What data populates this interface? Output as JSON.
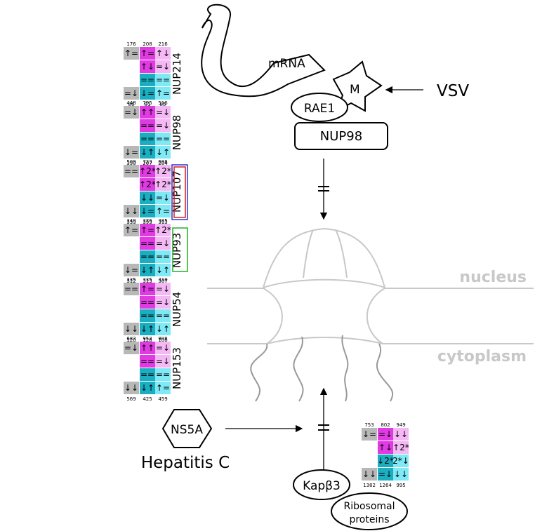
{
  "palette": {
    "grey": "#b8b8b8",
    "magenta": "#e03ae3",
    "light_magenta": "#f4b8f4",
    "teal": "#1aaec0",
    "cyan": "#7fe9f6",
    "membrane": "#c8c8c8",
    "red_box": "#d02020",
    "blue_box": "#3030d0",
    "green_box": "#20b020"
  },
  "labels": {
    "mrna": "mRNA",
    "m": "M",
    "vsv": "VSV",
    "rae1": "RAE1",
    "nup98_box": "NUP98",
    "nucleus": "nucleus",
    "cytoplasm": "cytoplasm",
    "ns5a": "NS5A",
    "hepatitis_c": "Hepatitis C",
    "kap": "Kapβ3",
    "ribosomal_line1": "Ribosomal",
    "ribosomal_line2": "proteins"
  },
  "nup_panels": [
    {
      "name": "NUP214",
      "top": [
        "176",
        "208",
        "216"
      ],
      "bottom": [
        "86",
        "81",
        "85"
      ],
      "cells": [
        [
          "↑=",
          "↑=",
          "↑↓"
        ],
        [
          "",
          "↑↓",
          "=↓"
        ],
        [
          "",
          "==",
          "=="
        ],
        [
          "=↓",
          "↓=",
          "↑="
        ]
      ],
      "box": ""
    },
    {
      "name": "NUP98",
      "top": [
        "448",
        "795",
        "516"
      ],
      "bottom": [
        "350",
        "267",
        "284"
      ],
      "cells": [
        [
          "=↓",
          "↑↑",
          "=↓"
        ],
        [
          "",
          "==",
          "=↓"
        ],
        [
          "",
          "==",
          "=="
        ],
        [
          "↓=",
          "↓↑",
          "↓↑"
        ]
      ],
      "box": ""
    },
    {
      "name": "NUP107",
      "top": [
        "509",
        "733",
        "698"
      ],
      "bottom": [
        "333",
        "393",
        "313"
      ],
      "cells": [
        [
          "==",
          "↑2*",
          "↑2*"
        ],
        [
          "",
          "↑2*",
          "↑2*"
        ],
        [
          "",
          "↓↓",
          "=↓"
        ],
        [
          "↓↓",
          "↓=",
          "↑="
        ]
      ],
      "box": "double"
    },
    {
      "name": "NUP93",
      "top": [
        "248",
        "276",
        "385"
      ],
      "bottom": [
        "312",
        "313",
        "307"
      ],
      "cells": [
        [
          "↑=",
          "↑=",
          "↑2*"
        ],
        [
          "",
          "==",
          "=↓"
        ],
        [
          "",
          "==",
          "=="
        ],
        [
          "↓=",
          "↓↑",
          "↓↑"
        ]
      ],
      "box": "green"
    },
    {
      "name": "NUP54",
      "top": [
        "235",
        "335",
        "310"
      ],
      "bottom": [
        "120",
        "128",
        "108"
      ],
      "cells": [
        [
          "==",
          "↑=",
          "=↓"
        ],
        [
          "",
          "==",
          "=↓"
        ],
        [
          "",
          "==",
          "=="
        ],
        [
          "↓↓",
          "↓↑",
          "↓↑"
        ]
      ],
      "box": ""
    },
    {
      "name": "NUP153",
      "top": [
        "683",
        "952",
        "908"
      ],
      "bottom": [
        "569",
        "425",
        "459"
      ],
      "cells": [
        [
          "=↓",
          "↑↑",
          "=↓"
        ],
        [
          "",
          "==",
          "=↓"
        ],
        [
          "",
          "==",
          "=="
        ],
        [
          "↓↓",
          "↓↑",
          "↑="
        ]
      ],
      "box": ""
    }
  ],
  "kap_panel": {
    "top": [
      "753",
      "802",
      "949"
    ],
    "bottom": [
      "1382",
      "1264",
      "995"
    ],
    "cells": [
      [
        "↓=",
        "=↓",
        "↓↓"
      ],
      [
        "",
        "↑↓",
        "↑2*"
      ],
      [
        "",
        "↓2*",
        "2*↓"
      ],
      [
        "↓↓",
        "=↓",
        "↓↓"
      ]
    ]
  }
}
